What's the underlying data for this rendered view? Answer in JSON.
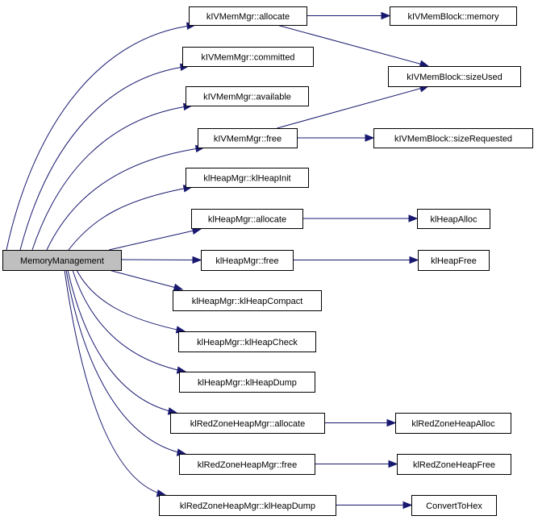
{
  "graph": {
    "type": "call-graph",
    "colors": {
      "edge": "#191970",
      "root_fill": "#bfbfbf",
      "node_fill": "#ffffff",
      "border": "#000000"
    },
    "root": "MemoryManagement",
    "nodes": [
      {
        "id": "root",
        "label": "MemoryManagement",
        "root": true
      },
      {
        "id": "vm_allocate",
        "label": "kIVMemMgr::allocate"
      },
      {
        "id": "vm_committed",
        "label": "kIVMemMgr::committed"
      },
      {
        "id": "vm_available",
        "label": "kIVMemMgr::available"
      },
      {
        "id": "vm_free",
        "label": "kIVMemMgr::free"
      },
      {
        "id": "hp_init",
        "label": "klHeapMgr::klHeapInit"
      },
      {
        "id": "hp_allocate",
        "label": "klHeapMgr::allocate"
      },
      {
        "id": "hp_free",
        "label": "klHeapMgr::free"
      },
      {
        "id": "hp_compact",
        "label": "klHeapMgr::klHeapCompact"
      },
      {
        "id": "hp_check",
        "label": "klHeapMgr::klHeapCheck"
      },
      {
        "id": "hp_dump",
        "label": "klHeapMgr::klHeapDump"
      },
      {
        "id": "rz_allocate",
        "label": "klRedZoneHeapMgr::allocate"
      },
      {
        "id": "rz_free",
        "label": "klRedZoneHeapMgr::free"
      },
      {
        "id": "rz_dump",
        "label": "klRedZoneHeapMgr::klHeapDump"
      },
      {
        "id": "mb_memory",
        "label": "kIVMemBlock::memory"
      },
      {
        "id": "mb_sizeused",
        "label": "kIVMemBlock::sizeUsed"
      },
      {
        "id": "mb_sizereq",
        "label": "kIVMemBlock::sizeRequested"
      },
      {
        "id": "klheapalloc",
        "label": "klHeapAlloc"
      },
      {
        "id": "klheapfree",
        "label": "klHeapFree"
      },
      {
        "id": "rzheapalloc",
        "label": "klRedZoneHeapAlloc"
      },
      {
        "id": "rzheapfree",
        "label": "klRedZoneHeapFree"
      },
      {
        "id": "converttohex",
        "label": "ConvertToHex"
      }
    ],
    "edges": [
      {
        "from": "root",
        "to": "vm_allocate"
      },
      {
        "from": "root",
        "to": "vm_committed"
      },
      {
        "from": "root",
        "to": "vm_available"
      },
      {
        "from": "root",
        "to": "vm_free"
      },
      {
        "from": "root",
        "to": "hp_init"
      },
      {
        "from": "root",
        "to": "hp_allocate"
      },
      {
        "from": "root",
        "to": "hp_free"
      },
      {
        "from": "root",
        "to": "hp_compact"
      },
      {
        "from": "root",
        "to": "hp_check"
      },
      {
        "from": "root",
        "to": "hp_dump"
      },
      {
        "from": "root",
        "to": "rz_allocate"
      },
      {
        "from": "root",
        "to": "rz_free"
      },
      {
        "from": "root",
        "to": "rz_dump"
      },
      {
        "from": "vm_allocate",
        "to": "mb_memory"
      },
      {
        "from": "vm_allocate",
        "to": "mb_sizeused"
      },
      {
        "from": "vm_free",
        "to": "mb_sizeused"
      },
      {
        "from": "vm_free",
        "to": "mb_sizereq"
      },
      {
        "from": "hp_allocate",
        "to": "klheapalloc"
      },
      {
        "from": "hp_free",
        "to": "klheapfree"
      },
      {
        "from": "rz_allocate",
        "to": "rzheapalloc"
      },
      {
        "from": "rz_free",
        "to": "rzheapfree"
      },
      {
        "from": "rz_dump",
        "to": "converttohex"
      }
    ]
  }
}
